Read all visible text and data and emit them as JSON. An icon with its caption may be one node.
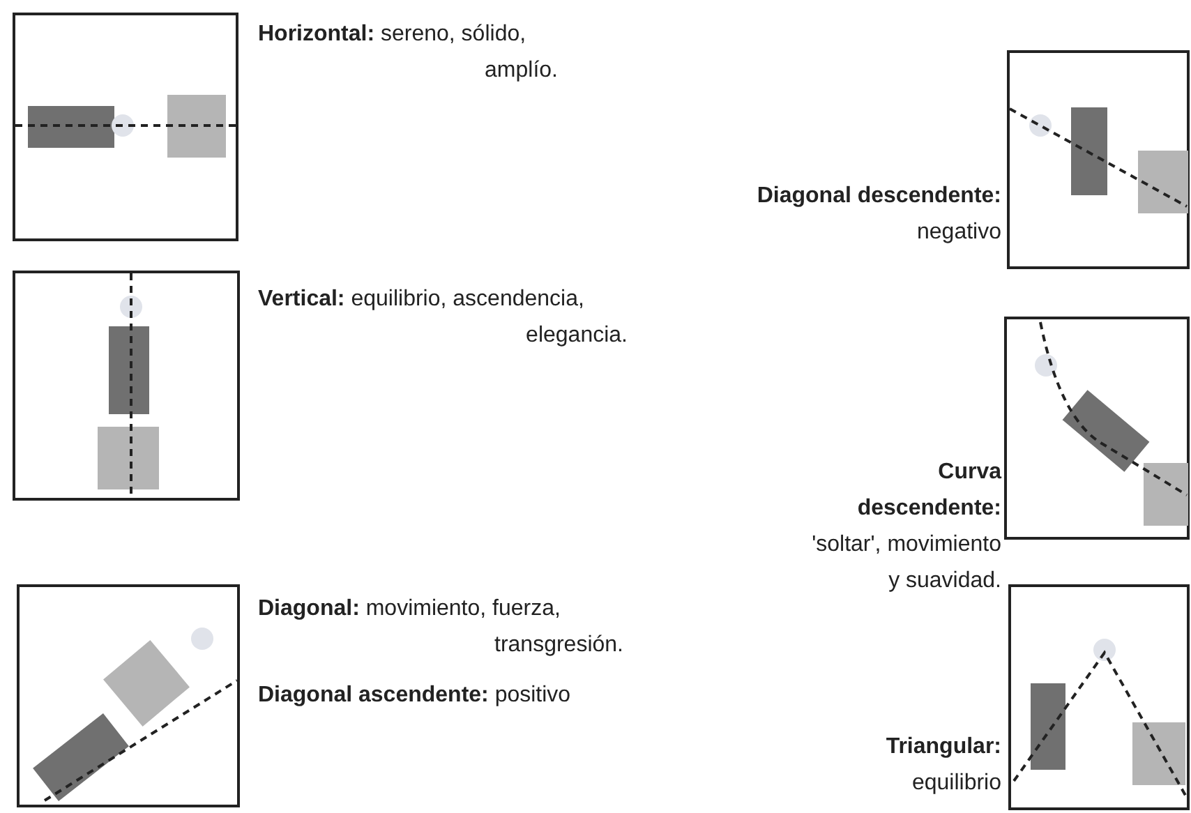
{
  "diagram": {
    "labels": [
      "**Horizontal:** sereno, sólido, amplío.",
      "**Vertical:** equilibrio, ascendencia, elegancia.",
      "**Diagonal:** movimiento, fuerza, transgresión.",
      "**Diagonal ascendente:** positivo",
      "**Diagonal descendente:** negativo",
      "**Curva descendente:** 'soltar', movimiento y suavidad.",
      "**Triangular:** equilibrio"
    ]
  }
}
